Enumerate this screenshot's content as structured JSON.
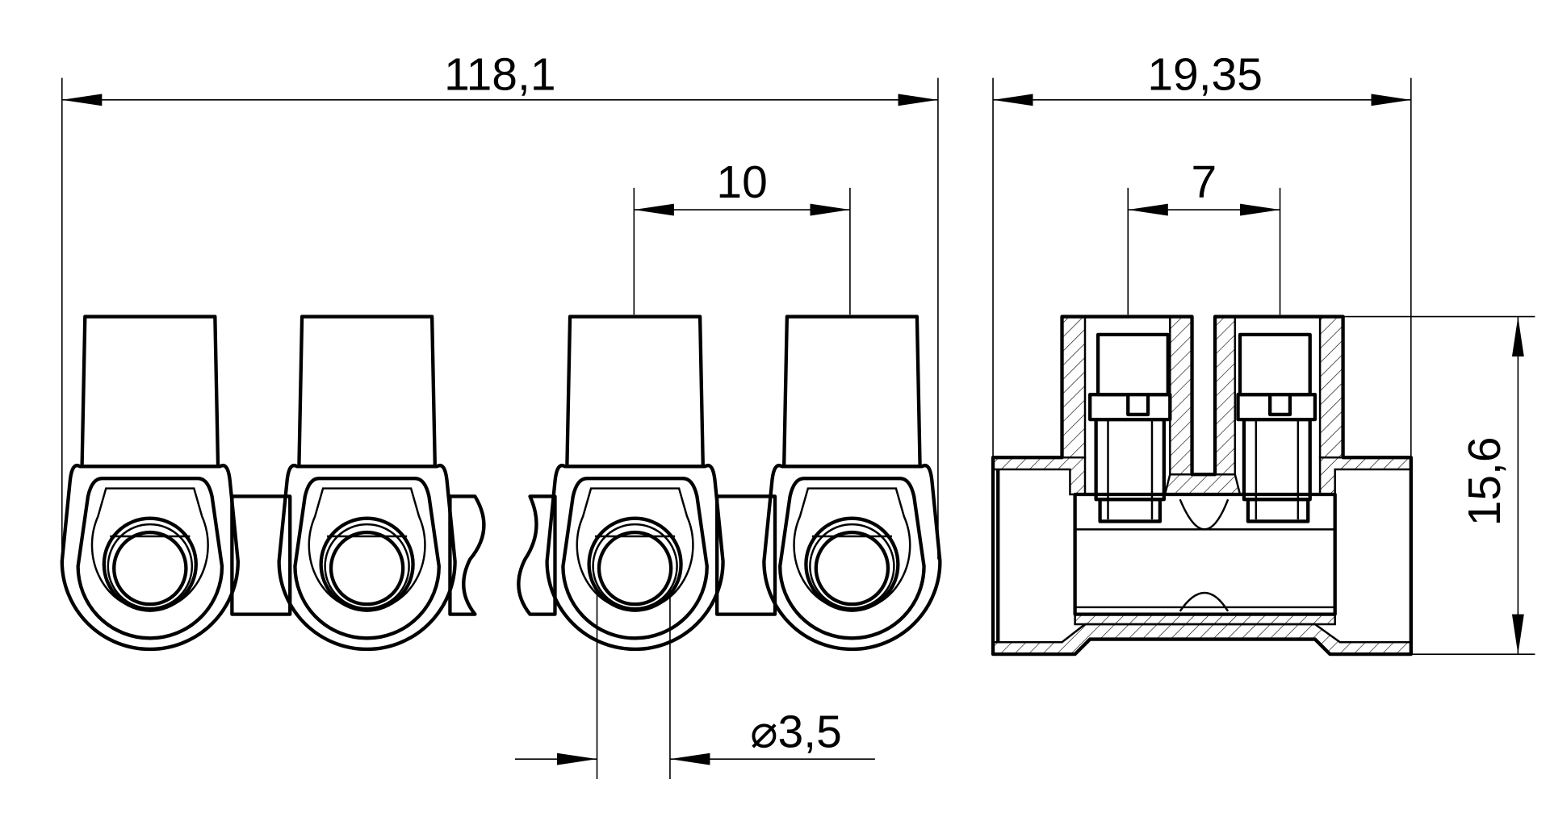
{
  "drawing": {
    "front_view": {
      "overall_length": "118,1",
      "pitch": "10",
      "hole_diameter": "⌀3,5",
      "terminal_count": 4
    },
    "side_view": {
      "width": "19,35",
      "screw_spacing": "7",
      "height": "15,6"
    }
  }
}
